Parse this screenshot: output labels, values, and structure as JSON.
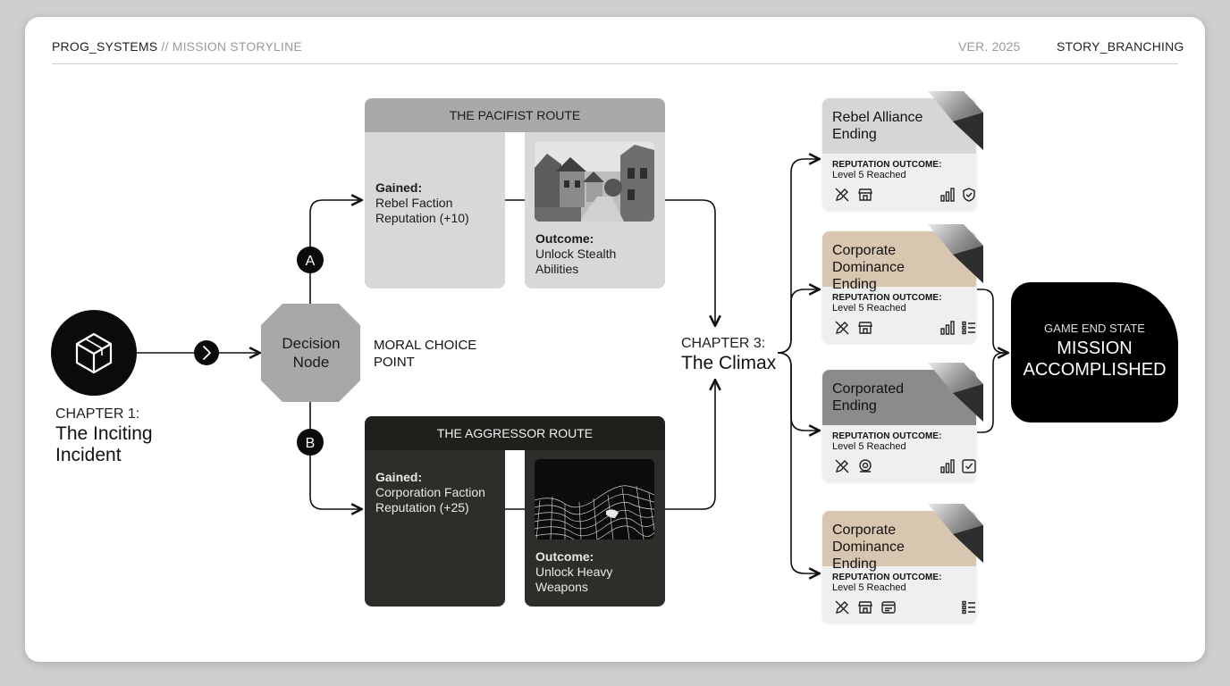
{
  "header": {
    "system": "PROG_SYSTEMS",
    "separator": "//",
    "section": "MISSION STORYLINE",
    "version": "VER. 2025",
    "tag": "STORY_BRANCHING"
  },
  "chapter1": {
    "kicker": "CHAPTER 1:",
    "title": "The Inciting Incident",
    "icon": "cube-icon"
  },
  "decision": {
    "node_label": "Decision Node",
    "caption": "MORAL CHOICE POINT",
    "branch_a": "A",
    "branch_b": "B",
    "arrow_icon": "chevron-right-icon"
  },
  "routes": {
    "pacifist": {
      "title": "THE PACIFIST ROUTE",
      "gained_label": "Gained:",
      "gained_value": "Rebel Faction Reputation (+10)",
      "outcome_label": "Outcome:",
      "outcome_value": "Unlock Stealth Abilities",
      "image": "village-street-photo"
    },
    "aggressor": {
      "title": "THE AGGRESSOR ROUTE",
      "gained_label": "Gained:",
      "gained_value": "Corporation Faction Reputation (+25)",
      "outcome_label": "Outcome:",
      "outcome_value": "Unlock Heavy Weapons",
      "image": "wireframe-terrain-render"
    }
  },
  "chapter3": {
    "kicker": "CHAPTER 3:",
    "title": "The Climax"
  },
  "endings": [
    {
      "title": "Rebel Alliance Ending",
      "rep_label": "REPUTATION OUTCOME:",
      "rep_value": "Level 5 Reached",
      "header_color": "#d6d6d6",
      "icons": [
        "pencil-off-icon",
        "shop-icon",
        "bar-chart-icon",
        "shield-icon"
      ]
    },
    {
      "title": "Corporate Dominance Ending",
      "rep_label": "REPUTATION OUTCOME:",
      "rep_value": "Level 5 Reached",
      "header_color": "#d8c6b0",
      "icons": [
        "pencil-off-icon",
        "shop-icon",
        "bar-chart-icon",
        "list-icon"
      ]
    },
    {
      "title": "Corporated Ending",
      "rep_label": "REPUTATION OUTCOME:",
      "rep_value": "Level 5 Reached",
      "header_color": "#8b8b8b",
      "icons": [
        "pencil-off-icon",
        "coin-icon",
        "bar-chart-icon",
        "checkbox-icon"
      ]
    },
    {
      "title": "Corporate Dominance Ending",
      "rep_label": "REPUTATION OUTCOME:",
      "rep_value": "Level 5 Reached",
      "header_color": "#d8c6b0",
      "icons": [
        "pencil-off-icon",
        "shop-icon",
        "browser-icon",
        "list-icon"
      ]
    }
  ],
  "game_end": {
    "kicker": "GAME END STATE",
    "title": "MISSION ACCOMPLISHED"
  }
}
